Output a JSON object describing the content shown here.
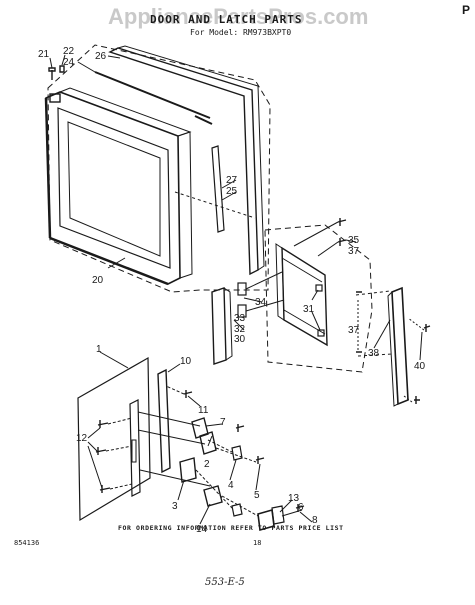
{
  "header": {
    "watermark": "AppliancePartsPros.com",
    "title": "DOOR AND LATCH PARTS",
    "subtitle": "For Model: RM973BXPT0",
    "corner_mark": "P"
  },
  "callouts": [
    "21",
    "22",
    "24",
    "26",
    "27",
    "25",
    "20",
    "35",
    "37",
    "34",
    "31",
    "33",
    "32",
    "30",
    "37",
    "38",
    "40",
    "1",
    "10",
    "11",
    "7",
    "12",
    "2",
    "4",
    "5",
    "3",
    "13",
    "6",
    "8",
    "14"
  ],
  "footer": {
    "note": "FOR ORDERING INFORMATION REFER TO PARTS PRICE LIST",
    "code": "854136",
    "page": "18",
    "handwritten": "553-E-5"
  }
}
